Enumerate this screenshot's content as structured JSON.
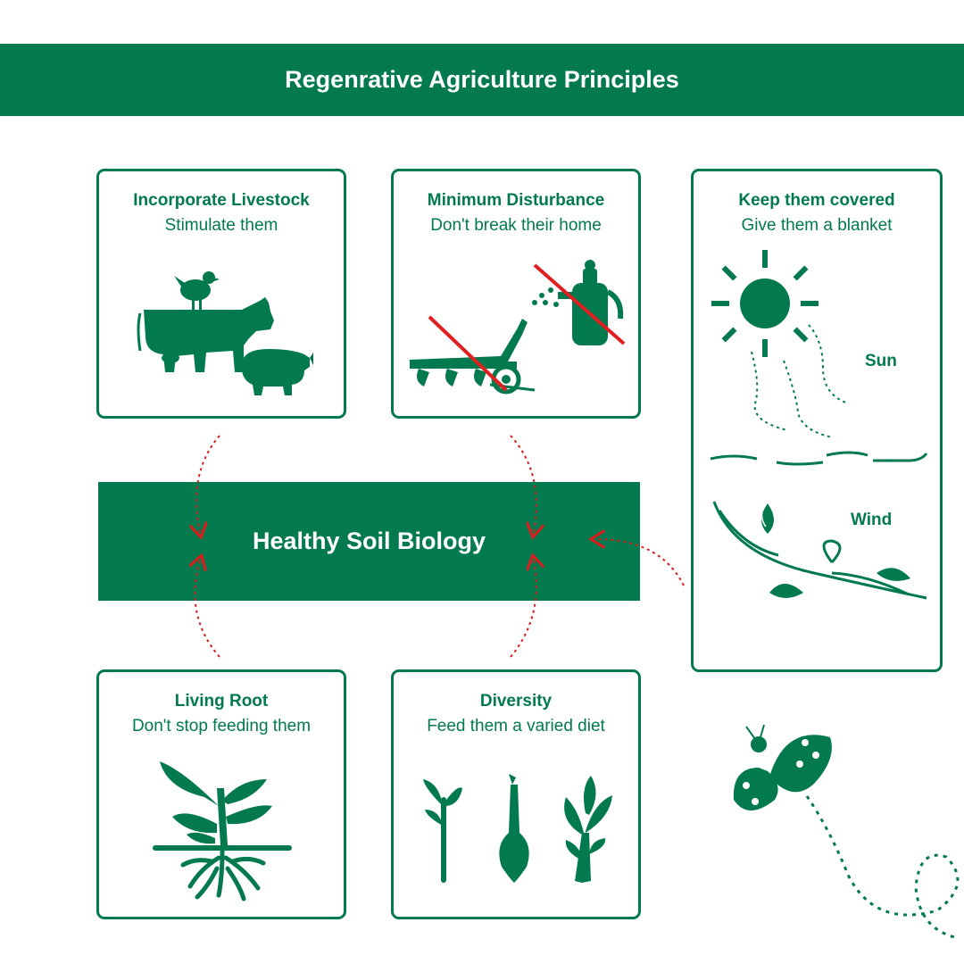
{
  "header": {
    "title": "Regenrative Agriculture Principles"
  },
  "center": {
    "label": "Healthy Soil Biology"
  },
  "principles": [
    {
      "title": "Incorporate Livestock",
      "subtitle": "Stimulate them",
      "icon": "livestock-icon"
    },
    {
      "title": "Minimum Disturbance",
      "subtitle": "Don't break their home",
      "icon": "no-tillage-icon"
    },
    {
      "title": "Keep them covered",
      "subtitle": "Give them a blanket",
      "icon": "sun-wind-icon",
      "labels": {
        "sun": "Sun",
        "wind": "Wind"
      }
    },
    {
      "title": "Living Root",
      "subtitle": "Don't stop feeding them",
      "icon": "plant-root-icon"
    },
    {
      "title": "Diversity",
      "subtitle": "Feed them a varied diet",
      "icon": "varied-plants-icon"
    }
  ],
  "decorations": {
    "icon": "ladybug-icon"
  },
  "colors": {
    "primary": "#027a4d",
    "arrow": "#d62020",
    "background": "#ffffff",
    "cross": "#e02020"
  }
}
